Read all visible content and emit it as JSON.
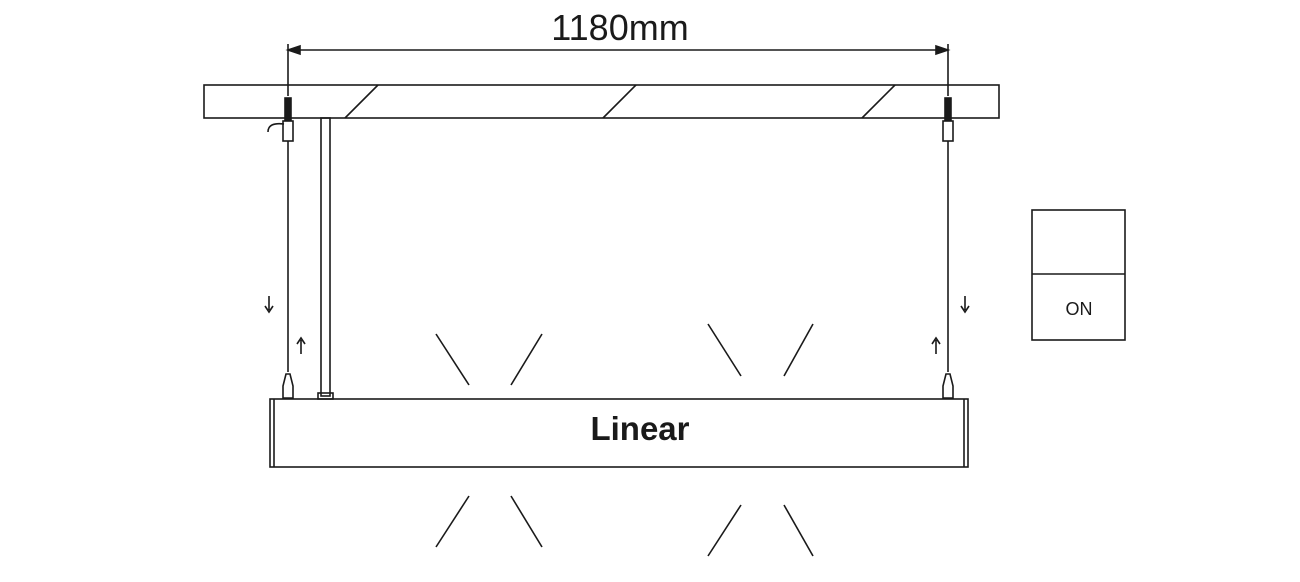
{
  "dimension": {
    "label": "1180mm"
  },
  "fixture": {
    "label": "Linear"
  },
  "switch": {
    "label": "ON"
  }
}
